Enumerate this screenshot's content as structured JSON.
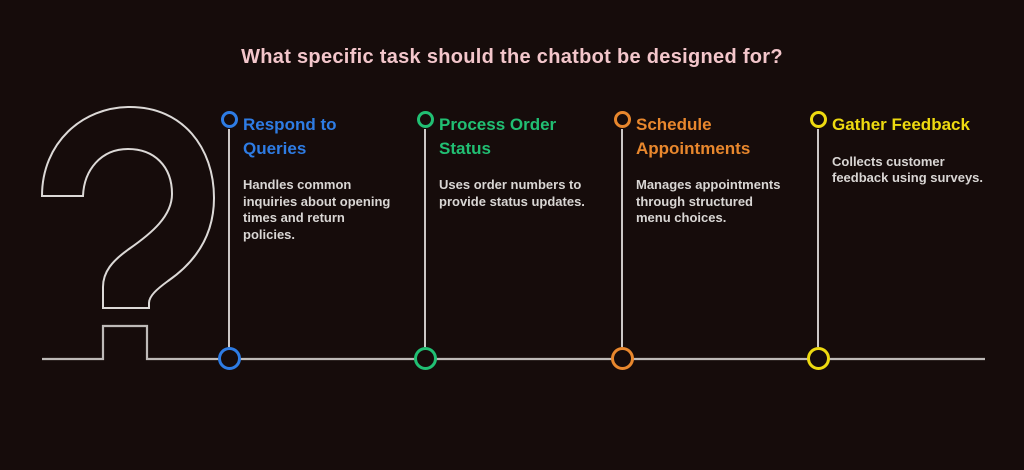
{
  "title": "What specific task should the chatbot be designed for?",
  "theme": {
    "bg": "#160c0b",
    "line": "#dcd9d7",
    "text": "#d9d6d4",
    "title": "#f3c6cb"
  },
  "decoration": {
    "icon": "question-mark-outline-icon"
  },
  "columns": [
    {
      "label": "Respond to\nQueries",
      "description": "Handles common\ninquiries about opening\ntimes and return\npolicies.",
      "color": "#2e7ce4"
    },
    {
      "label": "Process Order\nStatus",
      "description": "Uses order numbers to\nprovide status updates.",
      "color": "#21bf73"
    },
    {
      "label": "Schedule\nAppointments",
      "description": "Manages appointments\nthrough structured\nmenu choices.",
      "color": "#e8872d"
    },
    {
      "label": "Gather Feedback",
      "description": "Collects customer\nfeedback using surveys.",
      "color": "#eeda10"
    }
  ]
}
